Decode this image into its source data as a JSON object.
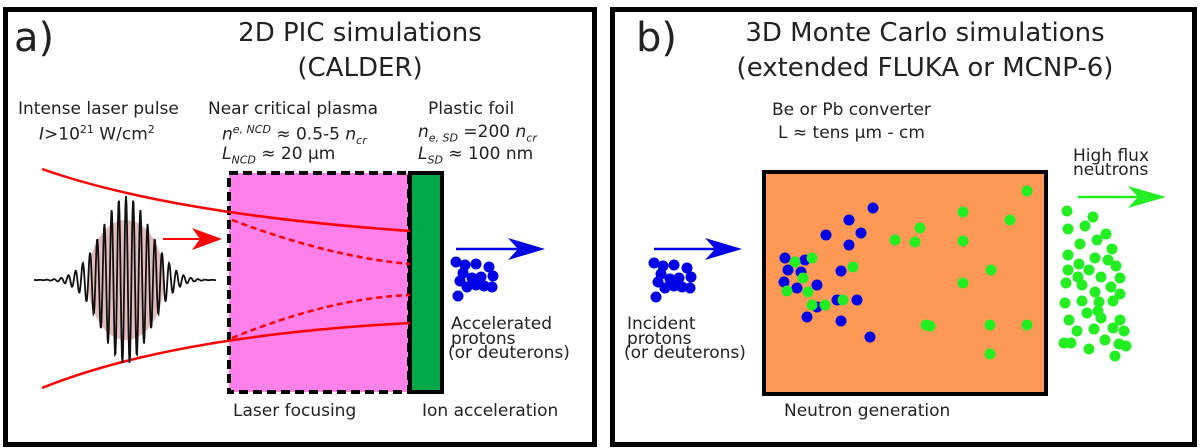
{
  "panel_a": {
    "letter": "a)",
    "title_line1": "2D PIC simulations",
    "title_line2": "(CALDER)",
    "laser": {
      "label": "Intense laser pulse",
      "intensity_symbol": "I",
      "intensity_rel": ">10",
      "intensity_exp": "21",
      "intensity_unit": " W/cm",
      "intensity_unit_exp": "2"
    },
    "plasma": {
      "label": "Near critical plasma",
      "density_symbol": "n",
      "density_sub": "e, NCD",
      "density_value": " ≈ 0.5-5 ",
      "density_unit": "n",
      "density_unit_sub": "cr",
      "length_symbol": "L",
      "length_sub": "NCD",
      "length_value": " ≈ 20 µm",
      "color": "#ff80e8"
    },
    "foil": {
      "label": "Plastic foil",
      "density_symbol": "n",
      "density_sub": "e, SD",
      "density_value": " =200 ",
      "density_unit": "n",
      "density_unit_sub": "cr",
      "length_symbol": "L",
      "length_sub": "SD",
      "length_value": " ≈ 100 nm",
      "color": "#00a84a"
    },
    "protons_label_line1": "Accelerated",
    "protons_label_line2": "protons",
    "protons_label_line3": "(or deuterons)",
    "stage1": "Laser focusing",
    "stage2": "Ion acceleration",
    "beam_color": "#ff0000",
    "proton_color": "#0000e6"
  },
  "panel_b": {
    "letter": "b)",
    "title_line1": "3D Monte Carlo simulations",
    "title_line2": "(extended FLUKA or MCNP-6)",
    "converter_line1": "Be or Pb converter",
    "converter_line2": "L ≈ tens µm - cm",
    "incident_line1": "Incident",
    "incident_line2": "protons",
    "incident_line3": "(or deuterons)",
    "neutrons_line1": "High flux",
    "neutrons_line2": "neutrons",
    "stage": "Neutron generation",
    "converter_color": "#ff9955",
    "proton_color": "#0000e6",
    "neutron_color": "#22ee22"
  }
}
